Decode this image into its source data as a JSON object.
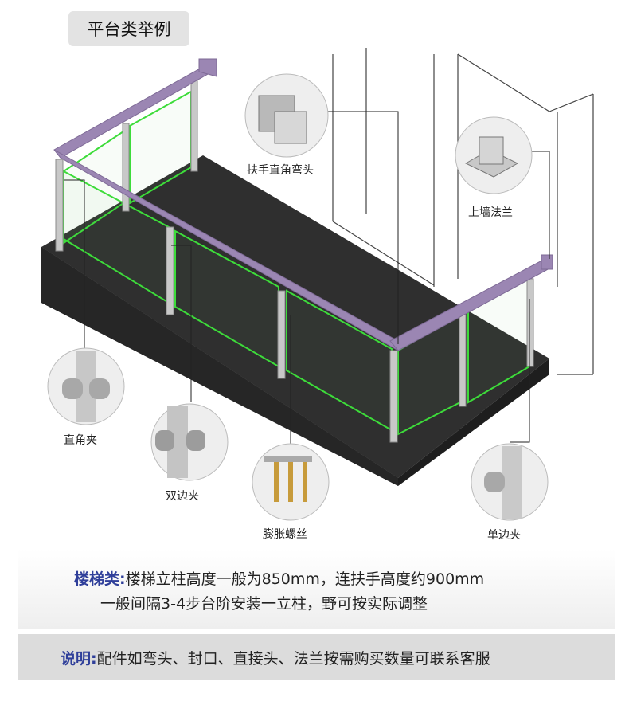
{
  "header": {
    "title": "平台类举例"
  },
  "callouts": {
    "handrail_elbow": "扶手直角弯头",
    "wall_flange": "上墙法兰",
    "corner_clamp": "直角夹",
    "double_clamp": "双边夹",
    "expansion_bolt": "膨胀螺丝",
    "single_clamp": "单边夹"
  },
  "stairs_note": {
    "label": "楼梯类:",
    "line1": "楼梯立柱高度一般为850mm，连扶手高度约900mm",
    "line2": "一般间隔3-4步台阶安装一立柱，野可按实际调整"
  },
  "footer_note": {
    "label": "说明:",
    "text": "配件如弯头、封口、直接头、法兰按需购买数量可联系客服"
  },
  "colors": {
    "handrail": "#9b86b3",
    "glass_edge": "#3ddc3a",
    "deck": "#2e2e2e",
    "highlight": "#2f3f9a"
  }
}
